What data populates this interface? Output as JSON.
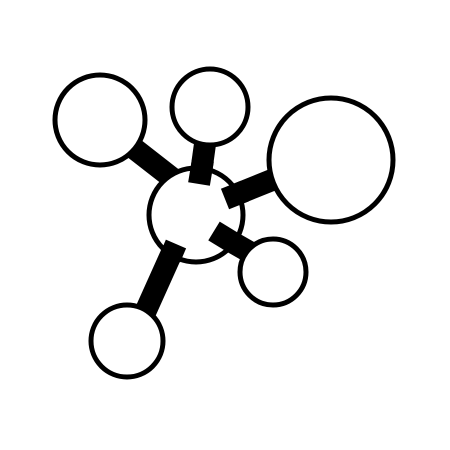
{
  "icon": {
    "name": "molecule-icon",
    "stroke_color": "#000000",
    "fill_color": "#ffffff",
    "atoms": [
      {
        "id": "center-atom"
      },
      {
        "id": "atom-top-left"
      },
      {
        "id": "atom-top"
      },
      {
        "id": "atom-right-large"
      },
      {
        "id": "atom-lower-right"
      },
      {
        "id": "atom-bottom-left"
      }
    ]
  }
}
